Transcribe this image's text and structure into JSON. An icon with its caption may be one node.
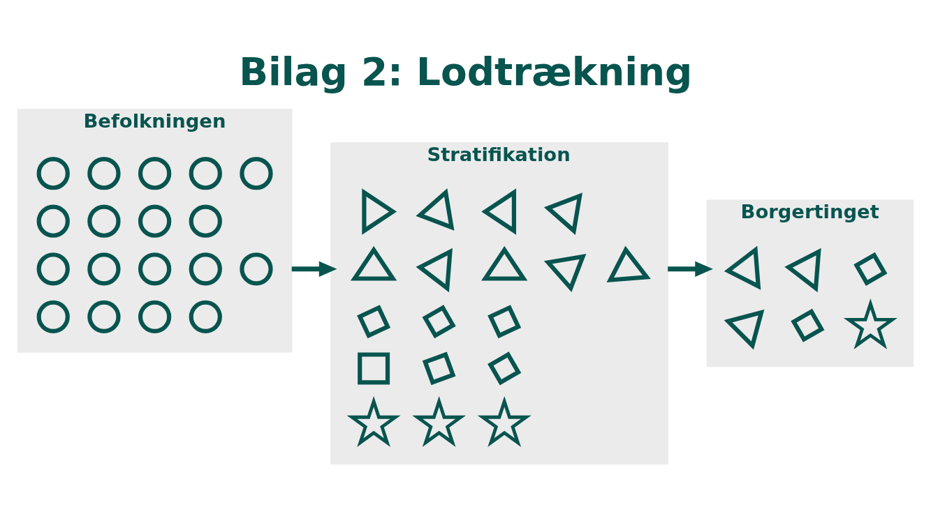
{
  "diagram": {
    "title": "Bilag 2: Lodtrækning",
    "nodes": [
      {
        "text": [
          "Befolkningen"
        ]
      },
      {
        "text": [],
        "shape": "circle",
        "in": 0
      },
      {
        "text": [],
        "shape": "circle",
        "in": 0
      },
      {
        "text": [],
        "shape": "circle",
        "in": 0
      },
      {
        "text": [],
        "shape": "circle",
        "in": 0
      },
      {
        "text": [],
        "shape": "circle",
        "in": 0
      },
      {
        "text": [],
        "shape": "circle",
        "in": 0
      },
      {
        "text": [],
        "shape": "circle",
        "in": 0
      },
      {
        "text": [],
        "shape": "circle",
        "in": 0
      },
      {
        "text": [],
        "shape": "circle",
        "in": 0
      },
      {
        "text": [],
        "shape": "circle",
        "in": 0
      },
      {
        "text": [],
        "shape": "circle",
        "in": 0
      },
      {
        "text": [],
        "shape": "circle",
        "in": 0
      },
      {
        "text": [],
        "shape": "circle",
        "in": 0
      },
      {
        "text": [],
        "shape": "circle",
        "in": 0
      },
      {
        "text": [],
        "shape": "circle",
        "in": 0
      },
      {
        "text": [],
        "shape": "circle",
        "in": 0
      },
      {
        "text": [],
        "shape": "circle",
        "in": 0
      },
      {
        "text": [],
        "shape": "circle",
        "in": 0
      },
      {
        "text": [
          "Stratifikation"
        ]
      },
      {
        "text": [],
        "shape": "triangle",
        "in": 19
      },
      {
        "text": [],
        "shape": "triangle",
        "in": 19
      },
      {
        "text": [],
        "shape": "triangle",
        "in": 19
      },
      {
        "text": [],
        "shape": "triangle",
        "in": 19
      },
      {
        "text": [],
        "shape": "triangle",
        "in": 19
      },
      {
        "text": [],
        "shape": "triangle",
        "in": 19
      },
      {
        "text": [],
        "shape": "triangle",
        "in": 19
      },
      {
        "text": [],
        "shape": "triangle",
        "in": 19
      },
      {
        "text": [],
        "shape": "triangle",
        "in": 19
      },
      {
        "text": [],
        "shape": "square",
        "in": 19
      },
      {
        "text": [],
        "shape": "square",
        "in": 19
      },
      {
        "text": [],
        "shape": "square",
        "in": 19
      },
      {
        "text": [],
        "shape": "square",
        "in": 19
      },
      {
        "text": [],
        "shape": "square",
        "in": 19
      },
      {
        "text": [],
        "shape": "square",
        "in": 19
      },
      {
        "text": [],
        "shape": "star",
        "in": 19
      },
      {
        "text": [],
        "shape": "star",
        "in": 19
      },
      {
        "text": [],
        "shape": "star",
        "in": 19
      },
      {
        "text": [
          "Borgertinget"
        ]
      },
      {
        "text": [],
        "shape": "triangle",
        "in": 38
      },
      {
        "text": [],
        "shape": "triangle",
        "in": 38
      },
      {
        "text": [],
        "shape": "square",
        "in": 38
      },
      {
        "text": [],
        "shape": "triangle",
        "in": 38
      },
      {
        "text": [],
        "shape": "square",
        "in": 38
      },
      {
        "text": [],
        "shape": "star",
        "in": 38
      }
    ],
    "edges": [
      {
        "from": 0,
        "to": 19,
        "arrow": "to"
      },
      {
        "from": 19,
        "to": 38,
        "arrow": "to"
      }
    ]
  }
}
